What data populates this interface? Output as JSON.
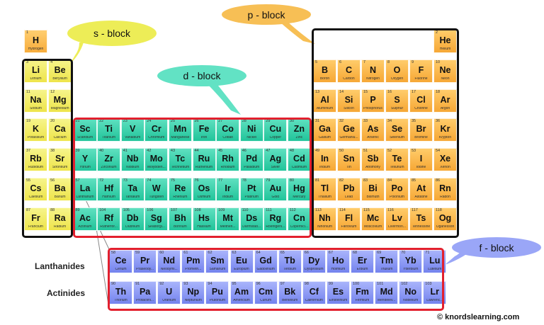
{
  "blocks": {
    "s": {
      "label": "s - block",
      "color": "#eded57"
    },
    "p": {
      "label": "p - block",
      "color": "#f7bf55"
    },
    "d": {
      "label": "d - block",
      "color": "#62e2c4"
    },
    "f": {
      "label": "f - block",
      "color": "#9aa6f7"
    }
  },
  "row_labels": {
    "lanthanides": "Lanthanides",
    "actinides": "Actinides"
  },
  "copyright": "© knordslearning.com",
  "colors": {
    "s": "#eee44a",
    "p": "#f6a735",
    "d": "#21c49a",
    "f": "#7483ee",
    "frame_red": "#e2202e",
    "frame_black": "#111111"
  },
  "elements": [
    {
      "n": "1",
      "s": "H",
      "name": "Hydrogen",
      "g": 1,
      "p": 1,
      "cat": "h"
    },
    {
      "n": "2",
      "s": "He",
      "name": "Helium",
      "g": 18,
      "p": 1,
      "cat": "p"
    },
    {
      "n": "3",
      "s": "Li",
      "name": "Lithium",
      "g": 1,
      "p": 2,
      "cat": "s"
    },
    {
      "n": "4",
      "s": "Be",
      "name": "Beryllium",
      "g": 2,
      "p": 2,
      "cat": "s"
    },
    {
      "n": "5",
      "s": "B",
      "name": "Boron",
      "g": 13,
      "p": 2,
      "cat": "p"
    },
    {
      "n": "6",
      "s": "C",
      "name": "Carbon",
      "g": 14,
      "p": 2,
      "cat": "p"
    },
    {
      "n": "7",
      "s": "N",
      "name": "Nitrogen",
      "g": 15,
      "p": 2,
      "cat": "p"
    },
    {
      "n": "8",
      "s": "O",
      "name": "Oxygen",
      "g": 16,
      "p": 2,
      "cat": "p"
    },
    {
      "n": "9",
      "s": "F",
      "name": "Fluorine",
      "g": 17,
      "p": 2,
      "cat": "p"
    },
    {
      "n": "10",
      "s": "Ne",
      "name": "Neon",
      "g": 18,
      "p": 2,
      "cat": "p"
    },
    {
      "n": "11",
      "s": "Na",
      "name": "Sodium",
      "g": 1,
      "p": 3,
      "cat": "s"
    },
    {
      "n": "12",
      "s": "Mg",
      "name": "Magnesium",
      "g": 2,
      "p": 3,
      "cat": "s"
    },
    {
      "n": "13",
      "s": "Al",
      "name": "Aluminium",
      "g": 13,
      "p": 3,
      "cat": "p"
    },
    {
      "n": "14",
      "s": "Si",
      "name": "Silicon",
      "g": 14,
      "p": 3,
      "cat": "p"
    },
    {
      "n": "15",
      "s": "P",
      "name": "Phosphorus",
      "g": 15,
      "p": 3,
      "cat": "p"
    },
    {
      "n": "16",
      "s": "S",
      "name": "Sulphur",
      "g": 16,
      "p": 3,
      "cat": "p"
    },
    {
      "n": "17",
      "s": "Cl",
      "name": "Chlorine",
      "g": 17,
      "p": 3,
      "cat": "p"
    },
    {
      "n": "18",
      "s": "Ar",
      "name": "Argon",
      "g": 18,
      "p": 3,
      "cat": "p"
    },
    {
      "n": "19",
      "s": "K",
      "name": "Potassium",
      "g": 1,
      "p": 4,
      "cat": "s"
    },
    {
      "n": "20",
      "s": "Ca",
      "name": "Calcium",
      "g": 2,
      "p": 4,
      "cat": "s"
    },
    {
      "n": "21",
      "s": "Sc",
      "name": "Scandium",
      "g": 3,
      "p": 4,
      "cat": "d"
    },
    {
      "n": "22",
      "s": "Ti",
      "name": "Titanium",
      "g": 4,
      "p": 4,
      "cat": "d"
    },
    {
      "n": "23",
      "s": "V",
      "name": "Vanadium",
      "g": 5,
      "p": 4,
      "cat": "d"
    },
    {
      "n": "24",
      "s": "Cr",
      "name": "Chromium",
      "g": 6,
      "p": 4,
      "cat": "d"
    },
    {
      "n": "25",
      "s": "Mn",
      "name": "Manganese",
      "g": 7,
      "p": 4,
      "cat": "d"
    },
    {
      "n": "26",
      "s": "Fe",
      "name": "Iron",
      "g": 8,
      "p": 4,
      "cat": "d"
    },
    {
      "n": "27",
      "s": "Co",
      "name": "Cobalt",
      "g": 9,
      "p": 4,
      "cat": "d"
    },
    {
      "n": "28",
      "s": "Ni",
      "name": "Nickel",
      "g": 10,
      "p": 4,
      "cat": "d"
    },
    {
      "n": "29",
      "s": "Cu",
      "name": "Copper",
      "g": 11,
      "p": 4,
      "cat": "d"
    },
    {
      "n": "30",
      "s": "Zn",
      "name": "Zinc",
      "g": 12,
      "p": 4,
      "cat": "d"
    },
    {
      "n": "31",
      "s": "Ga",
      "name": "Gallium",
      "g": 13,
      "p": 4,
      "cat": "p"
    },
    {
      "n": "32",
      "s": "Ge",
      "name": "Germaniu...",
      "g": 14,
      "p": 4,
      "cat": "p"
    },
    {
      "n": "33",
      "s": "As",
      "name": "Arsenic",
      "g": 15,
      "p": 4,
      "cat": "p"
    },
    {
      "n": "34",
      "s": "Se",
      "name": "Selenium",
      "g": 16,
      "p": 4,
      "cat": "p"
    },
    {
      "n": "35",
      "s": "Br",
      "name": "Bromine",
      "g": 17,
      "p": 4,
      "cat": "p"
    },
    {
      "n": "36",
      "s": "Kr",
      "name": "Krypton",
      "g": 18,
      "p": 4,
      "cat": "p"
    },
    {
      "n": "37",
      "s": "Rb",
      "name": "Rubidium",
      "g": 1,
      "p": 5,
      "cat": "s"
    },
    {
      "n": "38",
      "s": "Sr",
      "name": "Strontium",
      "g": 2,
      "p": 5,
      "cat": "s"
    },
    {
      "n": "39",
      "s": "Y",
      "name": "Yttrium",
      "g": 3,
      "p": 5,
      "cat": "d"
    },
    {
      "n": "40",
      "s": "Zr",
      "name": "Zirconium",
      "g": 4,
      "p": 5,
      "cat": "d"
    },
    {
      "n": "41",
      "s": "Nb",
      "name": "Niobium",
      "g": 5,
      "p": 5,
      "cat": "d"
    },
    {
      "n": "42",
      "s": "Mo",
      "name": "Molybden...",
      "g": 6,
      "p": 5,
      "cat": "d"
    },
    {
      "n": "43",
      "s": "Tc",
      "name": "Technetium",
      "g": 7,
      "p": 5,
      "cat": "d"
    },
    {
      "n": "44",
      "s": "Ru",
      "name": "Ruthenium",
      "g": 8,
      "p": 5,
      "cat": "d"
    },
    {
      "n": "45",
      "s": "Rh",
      "name": "Rhodium",
      "g": 9,
      "p": 5,
      "cat": "d"
    },
    {
      "n": "46",
      "s": "Pd",
      "name": "Palladium",
      "g": 10,
      "p": 5,
      "cat": "d"
    },
    {
      "n": "47",
      "s": "Ag",
      "name": "Silver",
      "g": 11,
      "p": 5,
      "cat": "d"
    },
    {
      "n": "48",
      "s": "Cd",
      "name": "Cadmium",
      "g": 12,
      "p": 5,
      "cat": "d"
    },
    {
      "n": "49",
      "s": "In",
      "name": "Indium",
      "g": 13,
      "p": 5,
      "cat": "p"
    },
    {
      "n": "50",
      "s": "Sn",
      "name": "Tin",
      "g": 14,
      "p": 5,
      "cat": "p"
    },
    {
      "n": "51",
      "s": "Sb",
      "name": "Antimony",
      "g": 15,
      "p": 5,
      "cat": "p"
    },
    {
      "n": "52",
      "s": "Te",
      "name": "Tellurium",
      "g": 16,
      "p": 5,
      "cat": "p"
    },
    {
      "n": "53",
      "s": "I",
      "name": "Iodine",
      "g": 17,
      "p": 5,
      "cat": "p"
    },
    {
      "n": "54",
      "s": "Xe",
      "name": "Xenon",
      "g": 18,
      "p": 5,
      "cat": "p"
    },
    {
      "n": "55",
      "s": "Cs",
      "name": "Caesium",
      "g": 1,
      "p": 6,
      "cat": "s"
    },
    {
      "n": "56",
      "s": "Ba",
      "name": "Barium",
      "g": 2,
      "p": 6,
      "cat": "s"
    },
    {
      "n": "57",
      "s": "La",
      "name": "Lanthanum",
      "g": 3,
      "p": 6,
      "cat": "d"
    },
    {
      "n": "72",
      "s": "Hf",
      "name": "Hafnium",
      "g": 4,
      "p": 6,
      "cat": "d"
    },
    {
      "n": "73",
      "s": "Ta",
      "name": "Tantalum",
      "g": 5,
      "p": 6,
      "cat": "d"
    },
    {
      "n": "74",
      "s": "W",
      "name": "Tungsten",
      "g": 6,
      "p": 6,
      "cat": "d"
    },
    {
      "n": "75",
      "s": "Re",
      "name": "Rhenium",
      "g": 7,
      "p": 6,
      "cat": "d"
    },
    {
      "n": "76",
      "s": "Os",
      "name": "Osmium",
      "g": 8,
      "p": 6,
      "cat": "d"
    },
    {
      "n": "77",
      "s": "Ir",
      "name": "Iridium",
      "g": 9,
      "p": 6,
      "cat": "d"
    },
    {
      "n": "78",
      "s": "Pt",
      "name": "Platinum",
      "g": 10,
      "p": 6,
      "cat": "d"
    },
    {
      "n": "79",
      "s": "Au",
      "name": "Gold",
      "g": 11,
      "p": 6,
      "cat": "d"
    },
    {
      "n": "80",
      "s": "Hg",
      "name": "Mercury",
      "g": 12,
      "p": 6,
      "cat": "d"
    },
    {
      "n": "81",
      "s": "Tl",
      "name": "Thallium",
      "g": 13,
      "p": 6,
      "cat": "p"
    },
    {
      "n": "82",
      "s": "Pb",
      "name": "Lead",
      "g": 14,
      "p": 6,
      "cat": "p"
    },
    {
      "n": "83",
      "s": "Bi",
      "name": "Bismuth",
      "g": 15,
      "p": 6,
      "cat": "p"
    },
    {
      "n": "84",
      "s": "Po",
      "name": "Polonium",
      "g": 16,
      "p": 6,
      "cat": "p"
    },
    {
      "n": "85",
      "s": "At",
      "name": "Astatine",
      "g": 17,
      "p": 6,
      "cat": "p"
    },
    {
      "n": "86",
      "s": "Rn",
      "name": "Radon",
      "g": 18,
      "p": 6,
      "cat": "p"
    },
    {
      "n": "87",
      "s": "Fr",
      "name": "Francium",
      "g": 1,
      "p": 7,
      "cat": "s"
    },
    {
      "n": "88",
      "s": "Ra",
      "name": "Radium",
      "g": 2,
      "p": 7,
      "cat": "s"
    },
    {
      "n": "89",
      "s": "Ac",
      "name": "Actinium",
      "g": 3,
      "p": 7,
      "cat": "d"
    },
    {
      "n": "104",
      "s": "Rf",
      "name": "Rutherfor...",
      "g": 4,
      "p": 7,
      "cat": "d"
    },
    {
      "n": "105",
      "s": "Db",
      "name": "Dubnium",
      "g": 5,
      "p": 7,
      "cat": "d"
    },
    {
      "n": "106",
      "s": "Sg",
      "name": "Seaborgi...",
      "g": 6,
      "p": 7,
      "cat": "d"
    },
    {
      "n": "107",
      "s": "Bh",
      "name": "Bohrium",
      "g": 7,
      "p": 7,
      "cat": "d"
    },
    {
      "n": "108",
      "s": "Hs",
      "name": "Hassium",
      "g": 8,
      "p": 7,
      "cat": "d"
    },
    {
      "n": "109",
      "s": "Mt",
      "name": "Meitneri...",
      "g": 9,
      "p": 7,
      "cat": "d"
    },
    {
      "n": "110",
      "s": "Ds",
      "name": "Darmstad...",
      "g": 10,
      "p": 7,
      "cat": "d"
    },
    {
      "n": "111",
      "s": "Rg",
      "name": "Roentgeni...",
      "g": 11,
      "p": 7,
      "cat": "d"
    },
    {
      "n": "112",
      "s": "Cn",
      "name": "Copernici...",
      "g": 12,
      "p": 7,
      "cat": "d"
    },
    {
      "n": "113",
      "s": "Nh",
      "name": "Nihonium",
      "g": 13,
      "p": 7,
      "cat": "p"
    },
    {
      "n": "114",
      "s": "Fl",
      "name": "Flerovium",
      "g": 14,
      "p": 7,
      "cat": "p"
    },
    {
      "n": "115",
      "s": "Mc",
      "name": "Moscovium",
      "g": 15,
      "p": 7,
      "cat": "p"
    },
    {
      "n": "116",
      "s": "Lv",
      "name": "Livermori...",
      "g": 16,
      "p": 7,
      "cat": "p"
    },
    {
      "n": "117",
      "s": "Ts",
      "name": "Tennessine",
      "g": 17,
      "p": 7,
      "cat": "p"
    },
    {
      "n": "118",
      "s": "Og",
      "name": "Oganesson",
      "g": 18,
      "p": 7,
      "cat": "p"
    },
    {
      "n": "58",
      "s": "Ce",
      "name": "Cerium",
      "g": 1,
      "p": 8,
      "cat": "f"
    },
    {
      "n": "59",
      "s": "Pr",
      "name": "Praseody...",
      "g": 2,
      "p": 8,
      "cat": "f"
    },
    {
      "n": "60",
      "s": "Nd",
      "name": "Neodymi...",
      "g": 3,
      "p": 8,
      "cat": "f"
    },
    {
      "n": "61",
      "s": "Pm",
      "name": "Prometh...",
      "g": 4,
      "p": 8,
      "cat": "f"
    },
    {
      "n": "62",
      "s": "Sm",
      "name": "Samarium",
      "g": 5,
      "p": 8,
      "cat": "f"
    },
    {
      "n": "63",
      "s": "Eu",
      "name": "Europium",
      "g": 6,
      "p": 8,
      "cat": "f"
    },
    {
      "n": "64",
      "s": "Gd",
      "name": "Gadolinium",
      "g": 7,
      "p": 8,
      "cat": "f"
    },
    {
      "n": "65",
      "s": "Tb",
      "name": "Terbium",
      "g": 8,
      "p": 8,
      "cat": "f"
    },
    {
      "n": "66",
      "s": "Dy",
      "name": "Dysprosium",
      "g": 9,
      "p": 8,
      "cat": "f"
    },
    {
      "n": "67",
      "s": "Ho",
      "name": "Holmium",
      "g": 10,
      "p": 8,
      "cat": "f"
    },
    {
      "n": "68",
      "s": "Er",
      "name": "Erbium",
      "g": 11,
      "p": 8,
      "cat": "f"
    },
    {
      "n": "69",
      "s": "Tm",
      "name": "Thulium",
      "g": 12,
      "p": 8,
      "cat": "f"
    },
    {
      "n": "70",
      "s": "Yb",
      "name": "Ytterbium",
      "g": 13,
      "p": 8,
      "cat": "f"
    },
    {
      "n": "71",
      "s": "Lu",
      "name": "Lutetium",
      "g": 14,
      "p": 8,
      "cat": "f"
    },
    {
      "n": "90",
      "s": "Th",
      "name": "Thorium",
      "g": 1,
      "p": 9,
      "cat": "f"
    },
    {
      "n": "91",
      "s": "Pa",
      "name": "Protactini...",
      "g": 2,
      "p": 9,
      "cat": "f"
    },
    {
      "n": "92",
      "s": "U",
      "name": "Uranium",
      "g": 3,
      "p": 9,
      "cat": "f"
    },
    {
      "n": "93",
      "s": "Np",
      "name": "Neptunium",
      "g": 4,
      "p": 9,
      "cat": "f"
    },
    {
      "n": "94",
      "s": "Pu",
      "name": "Plutonium",
      "g": 5,
      "p": 9,
      "cat": "f"
    },
    {
      "n": "95",
      "s": "Am",
      "name": "Americium",
      "g": 6,
      "p": 9,
      "cat": "f"
    },
    {
      "n": "96",
      "s": "Cm",
      "name": "Curium",
      "g": 7,
      "p": 9,
      "cat": "f"
    },
    {
      "n": "97",
      "s": "Bk",
      "name": "Berkelium",
      "g": 8,
      "p": 9,
      "cat": "f"
    },
    {
      "n": "98",
      "s": "Cf",
      "name": "Californium",
      "g": 9,
      "p": 9,
      "cat": "f"
    },
    {
      "n": "99",
      "s": "Es",
      "name": "Einsteinium",
      "g": 10,
      "p": 9,
      "cat": "f"
    },
    {
      "n": "100",
      "s": "Fm",
      "name": "Fermium",
      "g": 11,
      "p": 9,
      "cat": "f"
    },
    {
      "n": "101",
      "s": "Md",
      "name": "Mendelev...",
      "g": 12,
      "p": 9,
      "cat": "f"
    },
    {
      "n": "102",
      "s": "No",
      "name": "Nobelium",
      "g": 13,
      "p": 9,
      "cat": "f"
    },
    {
      "n": "103",
      "s": "Lr",
      "name": "Lawrenc...",
      "g": 14,
      "p": 9,
      "cat": "f"
    }
  ]
}
